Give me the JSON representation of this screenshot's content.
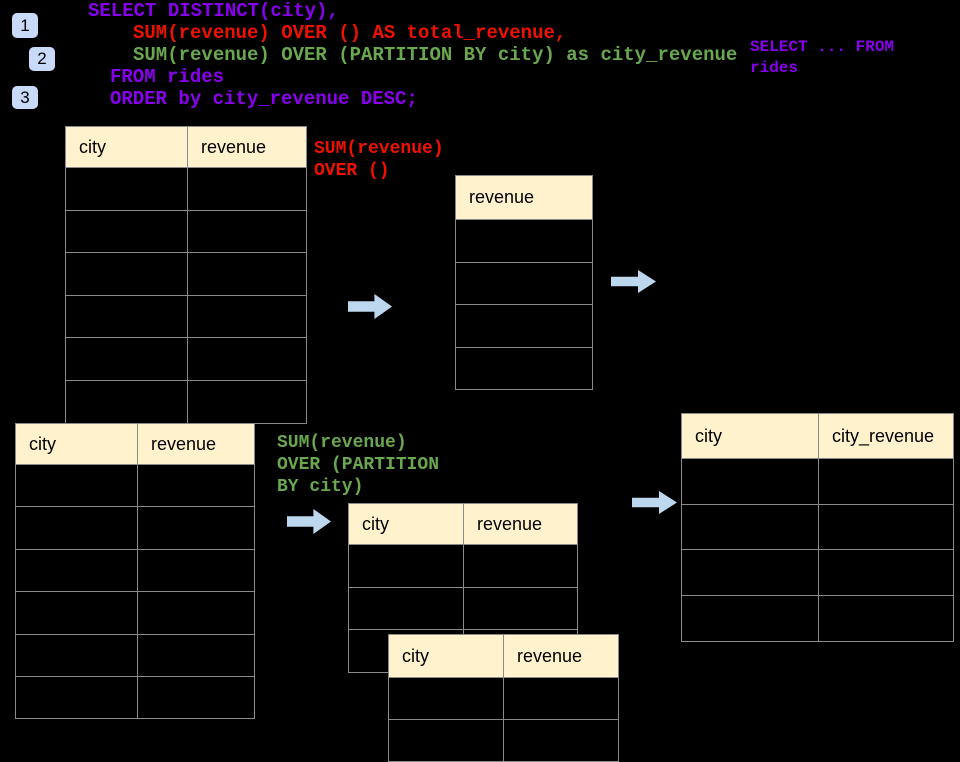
{
  "colors": {
    "background": "#000000",
    "purple": "#8800ee",
    "red": "#ee1100",
    "green": "#6aa84f",
    "arrow": "#bdd7ee",
    "badge_bg": "#c9daf8",
    "header_bg": "#fff2cc",
    "border": "#8a8a8a"
  },
  "badges": [
    {
      "label": "1"
    },
    {
      "label": "2"
    },
    {
      "label": "3"
    }
  ],
  "sql_code": {
    "lines": [
      {
        "text": "SELECT DISTINCT(city),",
        "color": "purple",
        "indent": 88
      },
      {
        "text": "SUM(revenue) OVER () AS total_revenue,",
        "color": "red",
        "indent": 133
      },
      {
        "text": "SUM(revenue) OVER (PARTITION BY city) as city_revenue",
        "color": "green",
        "indent": 133
      },
      {
        "text": "FROM rides",
        "color": "purple",
        "indent": 110
      },
      {
        "text": "ORDER by city_revenue DESC;",
        "color": "purple",
        "indent": 110
      }
    ]
  },
  "side_note": {
    "lines": [
      {
        "text": "SELECT ... FROM",
        "color": "purple",
        "indent": 0
      },
      {
        "text": "rides",
        "color": "purple",
        "indent": 0
      }
    ]
  },
  "annotations": {
    "total_revenue": {
      "lines": [
        {
          "text": "SUM(revenue)",
          "color": "red",
          "indent": 0
        },
        {
          "text": "OVER ()",
          "color": "red",
          "indent": 0
        }
      ]
    },
    "partition": {
      "lines": [
        {
          "text": "SUM(revenue)",
          "color": "green",
          "indent": 0
        },
        {
          "text": "OVER (PARTITION",
          "color": "green",
          "indent": 0
        },
        {
          "text": "BY city)",
          "color": "green",
          "indent": 0
        }
      ]
    }
  },
  "tables": {
    "source_top": {
      "headers": [
        "city",
        "revenue"
      ],
      "empty_rows": 6
    },
    "total_result": {
      "headers": [
        "revenue"
      ],
      "empty_rows": 4
    },
    "source_bottom": {
      "headers": [
        "city",
        "revenue"
      ],
      "empty_rows": 6
    },
    "partition_back": {
      "headers": [
        "city",
        "revenue"
      ],
      "empty_rows": 3
    },
    "partition_front": {
      "headers": [
        "city",
        "revenue"
      ],
      "empty_rows": 2
    },
    "final_result": {
      "headers": [
        "city",
        "city_revenue"
      ],
      "empty_rows": 4
    }
  }
}
